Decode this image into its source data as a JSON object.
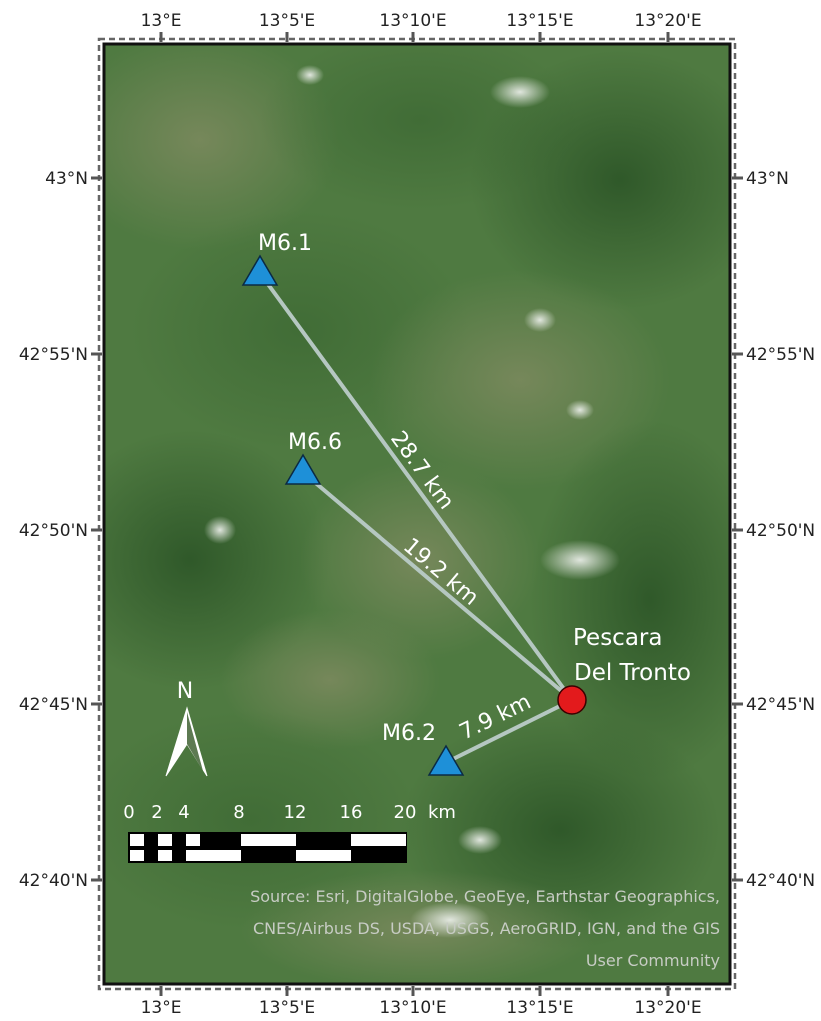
{
  "axes": {
    "top_ticks": [
      "13°E",
      "13°5'E",
      "13°10'E",
      "13°15'E",
      "13°20'E"
    ],
    "bottom_ticks": [
      "13°E",
      "13°5'E",
      "13°10'E",
      "13°15'E",
      "13°20'E"
    ],
    "left_ticks": [
      "43°N",
      "42°55'N",
      "42°50'N",
      "42°45'N",
      "42°40'N"
    ],
    "right_ticks": [
      "43°N",
      "42°55'N",
      "42°50'N",
      "42°45'N",
      "42°40'N"
    ]
  },
  "markers": {
    "town": {
      "line1": "Pescara",
      "line2": "Del Tronto",
      "color": "#e31a1c"
    },
    "epicenters": [
      {
        "label": "M6.1",
        "color": "#1e90d8"
      },
      {
        "label": "M6.6",
        "color": "#1e90d8"
      },
      {
        "label": "M6.2",
        "color": "#1e90d8"
      }
    ]
  },
  "distances": [
    "28.7 km",
    "19.2 km",
    "7.9 km"
  ],
  "north_arrow": {
    "label": "N"
  },
  "scale_bar": {
    "labels": [
      "0",
      "2",
      "4",
      "8",
      "12",
      "16",
      "20"
    ],
    "unit": "km"
  },
  "attribution": [
    "Source: Esri, DigitalGlobe, GeoEye, Earthstar Geographics,",
    "CNES/Airbus DS, USDA, USGS, AeroGRID, IGN, and the GIS",
    "User Community"
  ],
  "colors": {
    "line": "#b5c7c1",
    "frame": "#111111"
  }
}
